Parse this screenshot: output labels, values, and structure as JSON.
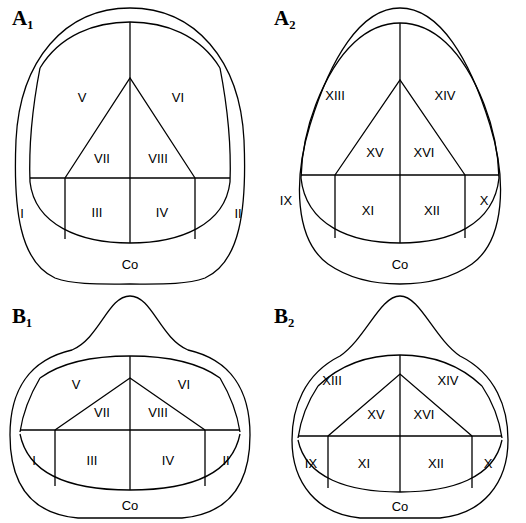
{
  "diagram": {
    "labels": [
      "A₁",
      "V",
      "VI",
      "VII",
      "VIII",
      "I",
      "II",
      "III",
      "IV",
      "Co",
      "A₂",
      "XIII",
      "XIV",
      "XV",
      "XVI",
      "IX",
      "X",
      "XI",
      "XII",
      "Co",
      "B₁",
      "V",
      "VI",
      "VII",
      "VIII",
      "I",
      "II",
      "III",
      "IV",
      "Co",
      "B₂",
      "XIII",
      "XIV",
      "XV",
      "XVI",
      "IX",
      "X",
      "XI",
      "XII",
      "Co"
    ]
  }
}
